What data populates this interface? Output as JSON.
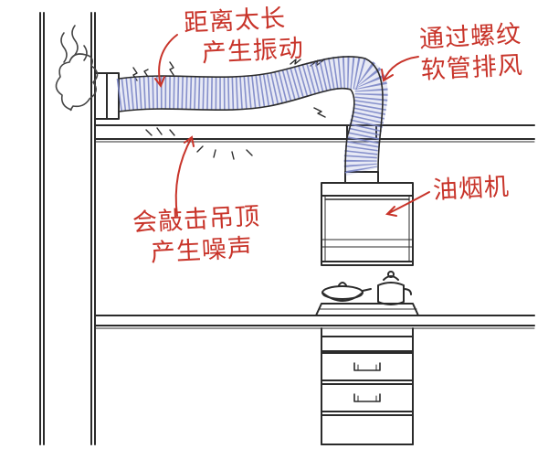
{
  "annotations": {
    "long_distance": {
      "line1": "距离太长",
      "line2": "产生振动"
    },
    "spiral_hose": {
      "line1": "通过螺纹",
      "line2": "软管排风"
    },
    "ceiling_noise": {
      "line1": "会敲击吊顶",
      "line2": "产生噪声"
    },
    "range_hood": {
      "line1": "油烟机"
    }
  },
  "colors": {
    "annotation": "#c8342a",
    "ink": "#2b2b2b",
    "hose": "#7b86c6"
  },
  "icons": [
    "smoke-icon",
    "vibration-marks",
    "range-hood",
    "wok",
    "kettle",
    "stove-burners",
    "drawer-handles"
  ]
}
